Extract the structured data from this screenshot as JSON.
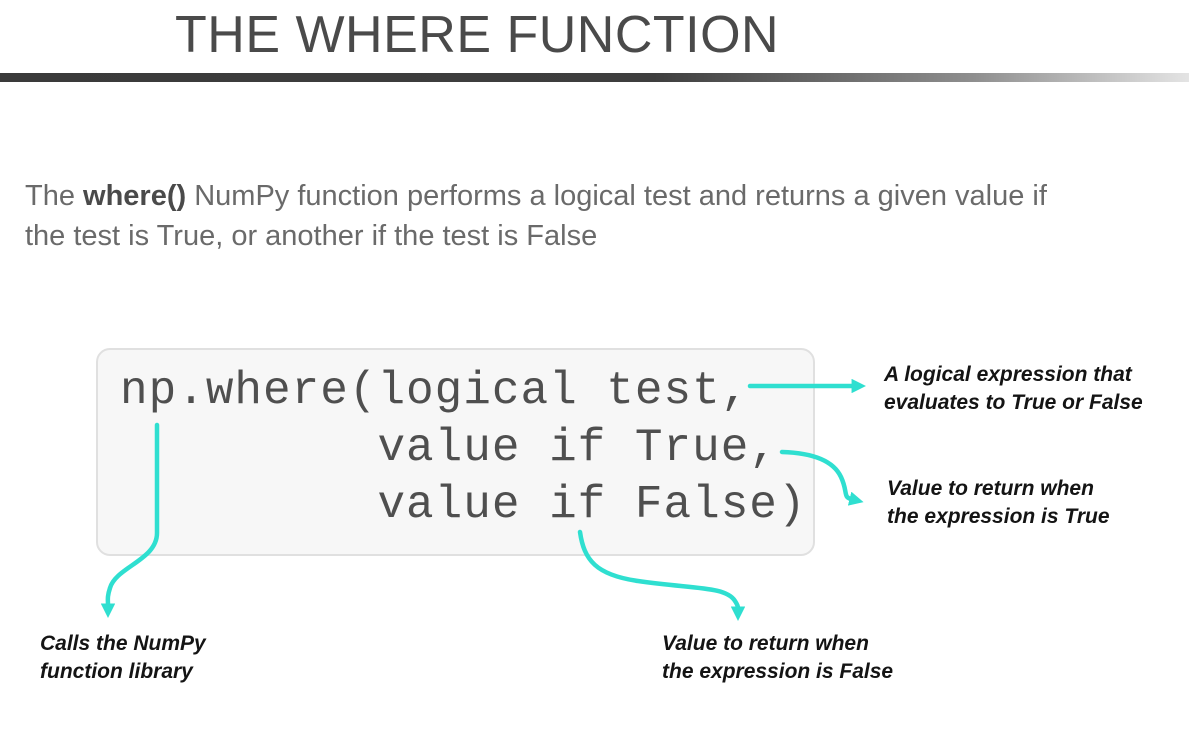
{
  "slide": {
    "title": "THE WHERE FUNCTION",
    "intro": {
      "line1_pre": "The ",
      "line1_bold": "where()",
      "line1_rest": " NumPy function performs a logical test and returns a given value if",
      "line2": "the test is True, or another if the test is False"
    },
    "code": {
      "line1": "np.where(logical test,",
      "line2": "         value if True,",
      "line3": "         value if False)"
    },
    "annotations": {
      "logical_test": {
        "line1": "A logical expression that",
        "line2": "evaluates to True or False"
      },
      "value_true": {
        "line1": "Value to return when",
        "line2": "the expression is True"
      },
      "numpy_call": {
        "line1": "Calls the NumPy",
        "line2": "function library"
      },
      "value_false": {
        "line1": "Value to return when",
        "line2": "the expression is False"
      }
    },
    "colors": {
      "accent_teal": "#2fdfd0",
      "title_gray": "#4a4a4a",
      "body_gray": "#6a6a6a",
      "code_gray": "#4f4f4f",
      "annotation_black": "#141414",
      "divider_dark": "#3a3a3a",
      "divider_light": "#e4e4e4",
      "codebox_bg": "#f7f7f7",
      "codebox_border": "#e0e0e0"
    }
  }
}
